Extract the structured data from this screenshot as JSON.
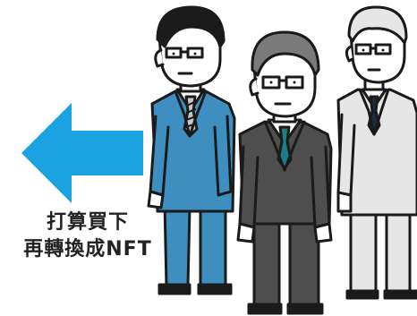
{
  "caption": {
    "line1": "打算買下",
    "line2": "再轉換成NFT"
  },
  "arrow": {
    "direction": "left",
    "color": "#1AA3E0"
  },
  "figures": [
    {
      "name": "left-man",
      "suit_color": "#3E8FBF"
    },
    {
      "name": "center-man",
      "suit_color": "#4E4E4E"
    },
    {
      "name": "right-man",
      "suit_color": "#E6E6E6"
    }
  ]
}
